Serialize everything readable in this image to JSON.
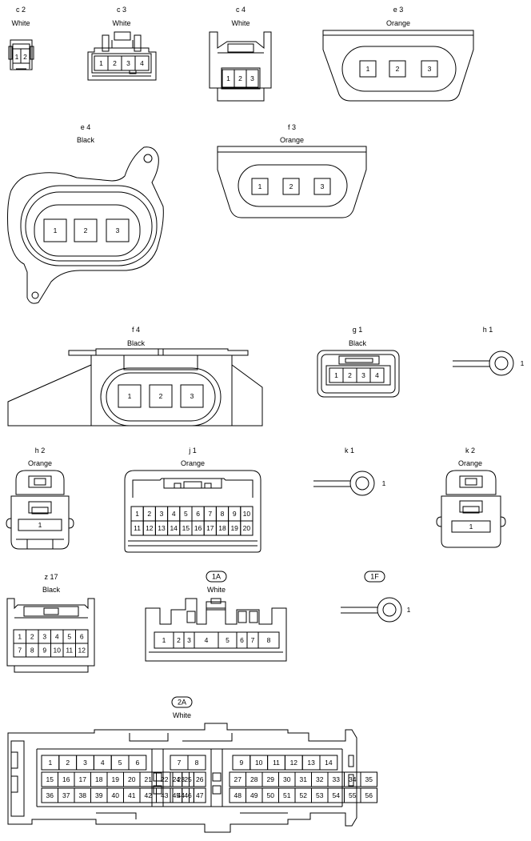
{
  "connectors": {
    "c2": {
      "code": "c 2",
      "color": "White"
    },
    "c3": {
      "code": "c 3",
      "color": "White"
    },
    "c4": {
      "code": "c 4",
      "color": "White"
    },
    "e3": {
      "code": "e 3",
      "color": "Orange"
    },
    "e4": {
      "code": "e 4",
      "color": "Black"
    },
    "f3": {
      "code": "f 3",
      "color": "Orange"
    },
    "f4": {
      "code": "f 4",
      "color": "Black"
    },
    "g1": {
      "code": "g 1",
      "color": "Black"
    },
    "h1": {
      "code": "h 1",
      "pin": "1"
    },
    "h2": {
      "code": "h 2",
      "color": "Orange"
    },
    "j1": {
      "code": "j 1",
      "color": "Orange"
    },
    "k1": {
      "code": "k 1",
      "pin": "1"
    },
    "k2": {
      "code": "k 2",
      "color": "Orange"
    },
    "z17": {
      "code": "z 17",
      "color": "Black"
    },
    "c1A": {
      "code": "1A",
      "color": "White"
    },
    "c1F": {
      "code": "1F",
      "pin": "1"
    },
    "c2A": {
      "code": "2A",
      "color": "White"
    }
  },
  "pins": {
    "c2": [
      "1",
      "2"
    ],
    "c3": [
      "1",
      "2",
      "3",
      "4"
    ],
    "c4": [
      "1",
      "2",
      "3"
    ],
    "e3": [
      "1",
      "2",
      "3"
    ],
    "e4": [
      "1",
      "2",
      "3"
    ],
    "f3": [
      "1",
      "2",
      "3"
    ],
    "f4": [
      "1",
      "2",
      "3"
    ],
    "g1": [
      "1",
      "2",
      "3",
      "4"
    ],
    "h2": [
      "1"
    ],
    "j1": [
      "1",
      "2",
      "3",
      "4",
      "5",
      "6",
      "7",
      "8",
      "9",
      "10",
      "11",
      "12",
      "13",
      "14",
      "15",
      "16",
      "17",
      "18",
      "19",
      "20"
    ],
    "k2": [
      "1"
    ],
    "z17": [
      "1",
      "2",
      "3",
      "4",
      "5",
      "6",
      "7",
      "8",
      "9",
      "10",
      "11",
      "12"
    ],
    "c1A": [
      "1",
      "2",
      "3",
      "4",
      "5",
      "6",
      "7",
      "8"
    ],
    "c2A": [
      "1",
      "2",
      "3",
      "4",
      "5",
      "6",
      "7",
      "8",
      "9",
      "10",
      "11",
      "12",
      "13",
      "14",
      "15",
      "16",
      "17",
      "18",
      "19",
      "20",
      "21",
      "22",
      "23",
      "24",
      "25",
      "26",
      "27",
      "28",
      "29",
      "30",
      "31",
      "32",
      "33",
      "34",
      "35",
      "36",
      "37",
      "38",
      "39",
      "40",
      "41",
      "42",
      "43",
      "44",
      "45",
      "46",
      "47",
      "48",
      "49",
      "50",
      "51",
      "52",
      "53",
      "54",
      "55",
      "56"
    ]
  }
}
